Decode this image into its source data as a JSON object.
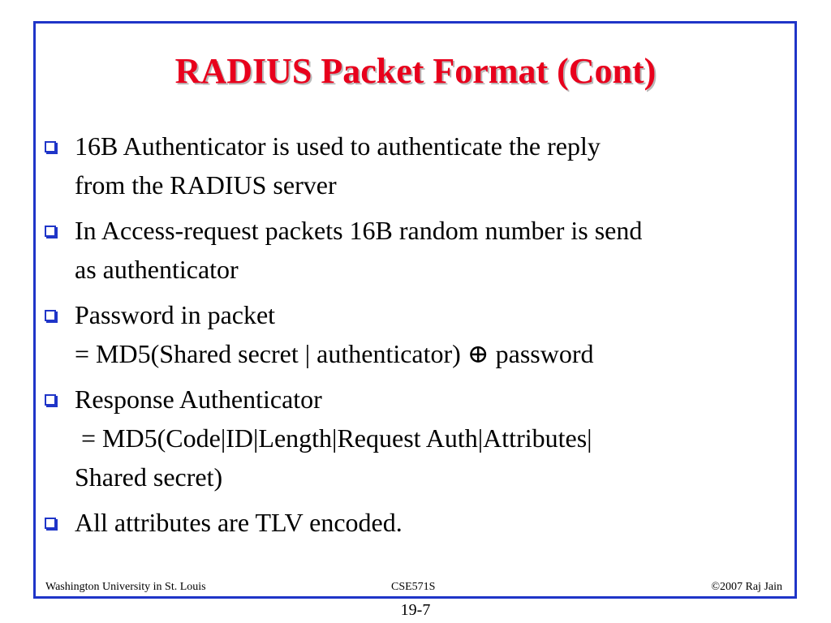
{
  "slide": {
    "title": "RADIUS Packet Format (Cont)",
    "bullets": [
      {
        "lines": [
          "16B Authenticator is used to authenticate the reply",
          "from the RADIUS server"
        ]
      },
      {
        "lines": [
          "In Access-request packets 16B random number is send",
          "as authenticator"
        ]
      },
      {
        "lines": [
          "Password in packet",
          "= MD5(Shared secret | authenticator) ⊕ password"
        ]
      },
      {
        "lines": [
          "Response Authenticator",
          " = MD5(Code|ID|Length|Request Auth|Attributes|",
          "Shared secret)"
        ]
      },
      {
        "lines": [
          "All attributes are TLV encoded."
        ]
      }
    ]
  },
  "footer": {
    "left": "Washington University in St. Louis",
    "center": "CSE571S",
    "right": "©2007 Raj Jain"
  },
  "page_number": "19-7",
  "colors": {
    "title": "#e8001c",
    "frame": "#1f35c8",
    "bullet_marker": "#1f35c8"
  }
}
